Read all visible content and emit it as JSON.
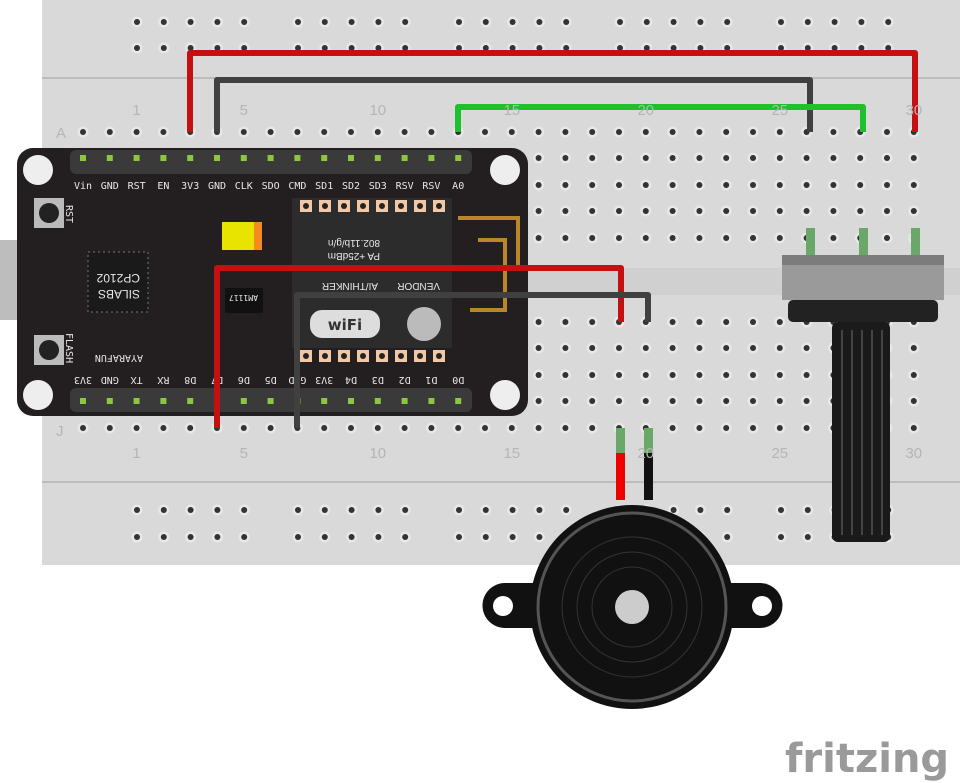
{
  "breadboard": {
    "row_labels_top": [
      "A"
    ],
    "row_labels_bottom": [
      "J"
    ],
    "column_numbers": [
      "1",
      "5",
      "10",
      "15",
      "20",
      "25",
      "30"
    ]
  },
  "nodemcu": {
    "top_pins": [
      "Vin",
      "GND",
      "RST",
      "EN",
      "3V3",
      "GND",
      "CLK",
      "SDO",
      "CMD",
      "SD1",
      "SD2",
      "SD3",
      "RSV",
      "RSV",
      "A0"
    ],
    "bottom_pins": [
      "D0",
      "D1",
      "D2",
      "D3",
      "D4",
      "3V3",
      "GND",
      "D5",
      "D6",
      "D7",
      "D8",
      "RX",
      "TX",
      "GND",
      "3V3"
    ],
    "button_rst": "RST",
    "button_flash": "FLASH",
    "usb_chip": [
      "SILABS",
      "CP2102"
    ],
    "regulator": "AM1117",
    "maker": "AYARAFUN",
    "module_text": [
      "VENDOR",
      "AI/THINKER",
      "PA +25dBm",
      "802.11b/g/n"
    ],
    "wifi_badge": "wiFi"
  },
  "colors": {
    "red": "#c41010",
    "black": "#404040",
    "green": "#1ec02f",
    "board": "#231f20",
    "breadboard": "#d9d9d9"
  },
  "watermark": "fritzing"
}
